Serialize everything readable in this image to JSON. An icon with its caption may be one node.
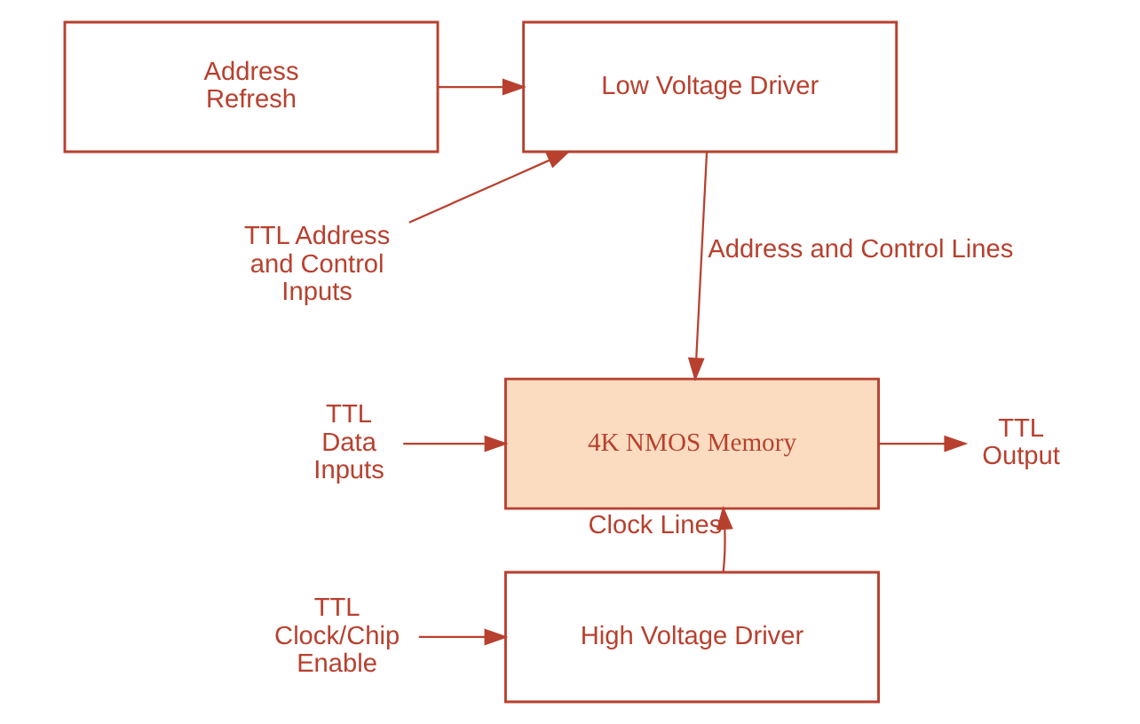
{
  "diagram": {
    "nodes": [
      {
        "text": [
          "Address Refresh"
        ]
      },
      {
        "text": [
          "Low Voltage Driver"
        ]
      },
      {
        "text": [
          "TTL Address and Control Inputs"
        ]
      },
      {
        "text": [
          "4K NMOS Memory"
        ]
      },
      {
        "text": [
          "TTL Data Inputs"
        ]
      },
      {
        "text": [
          "TTL Output"
        ]
      },
      {
        "text": [
          "TTL Clock/Chip Enable"
        ]
      },
      {
        "text": [
          "High Voltage Driver"
        ]
      }
    ],
    "edges": [
      {
        "from": 0,
        "to": 1,
        "arrow": "to"
      },
      {
        "from": 2,
        "to": 1,
        "arrow": "to"
      },
      {
        "from": 1,
        "to": 3,
        "arrow": "to",
        "label": "Address and Control Lines"
      },
      {
        "from": 4,
        "to": 3,
        "arrow": "to"
      },
      {
        "from": 3,
        "to": 5,
        "arrow": "to"
      },
      {
        "from": 7,
        "to": 3,
        "arrow": "to",
        "label": "Clock Lines"
      },
      {
        "from": 6,
        "to": 7,
        "arrow": "to"
      }
    ]
  }
}
